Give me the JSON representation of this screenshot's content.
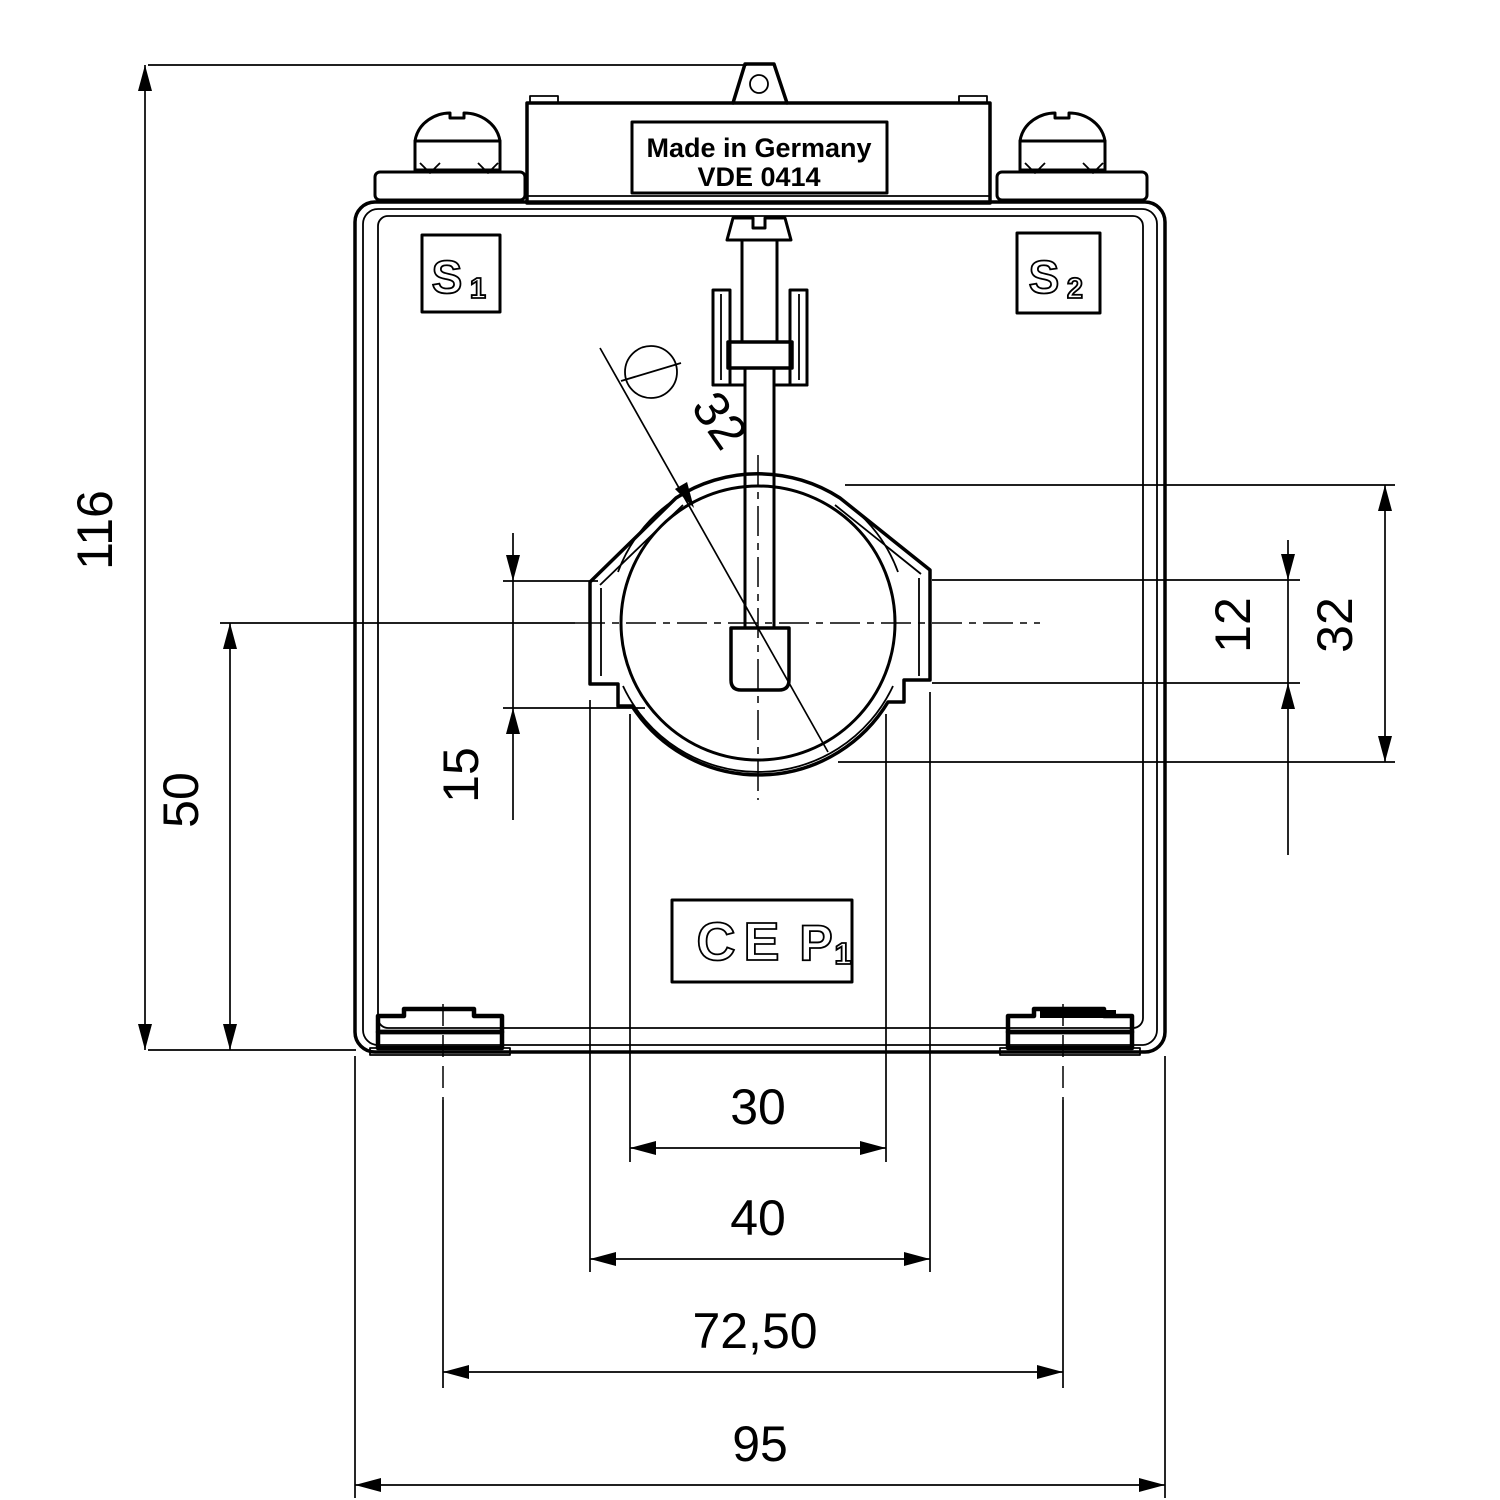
{
  "drawing": {
    "product_labels": {
      "made_in": "Made in Germany",
      "standard": "VDE 0414",
      "terminal_s": "S",
      "terminal_s1_sub": "1",
      "terminal_s2_sub": "2",
      "ce_mark": "CE",
      "primary_p": "P",
      "primary_p1_sub": "1"
    },
    "dimensions": {
      "total_height": "116",
      "center_height": "50",
      "window_step_left": "15",
      "window_step_right": "12",
      "window_height": "32",
      "bore_diameter": "32",
      "inner_width": "30",
      "window_width": "40",
      "foot_spacing": "72,50",
      "total_width": "95"
    },
    "colors": {
      "line": "#000000",
      "background": "#ffffff"
    }
  }
}
